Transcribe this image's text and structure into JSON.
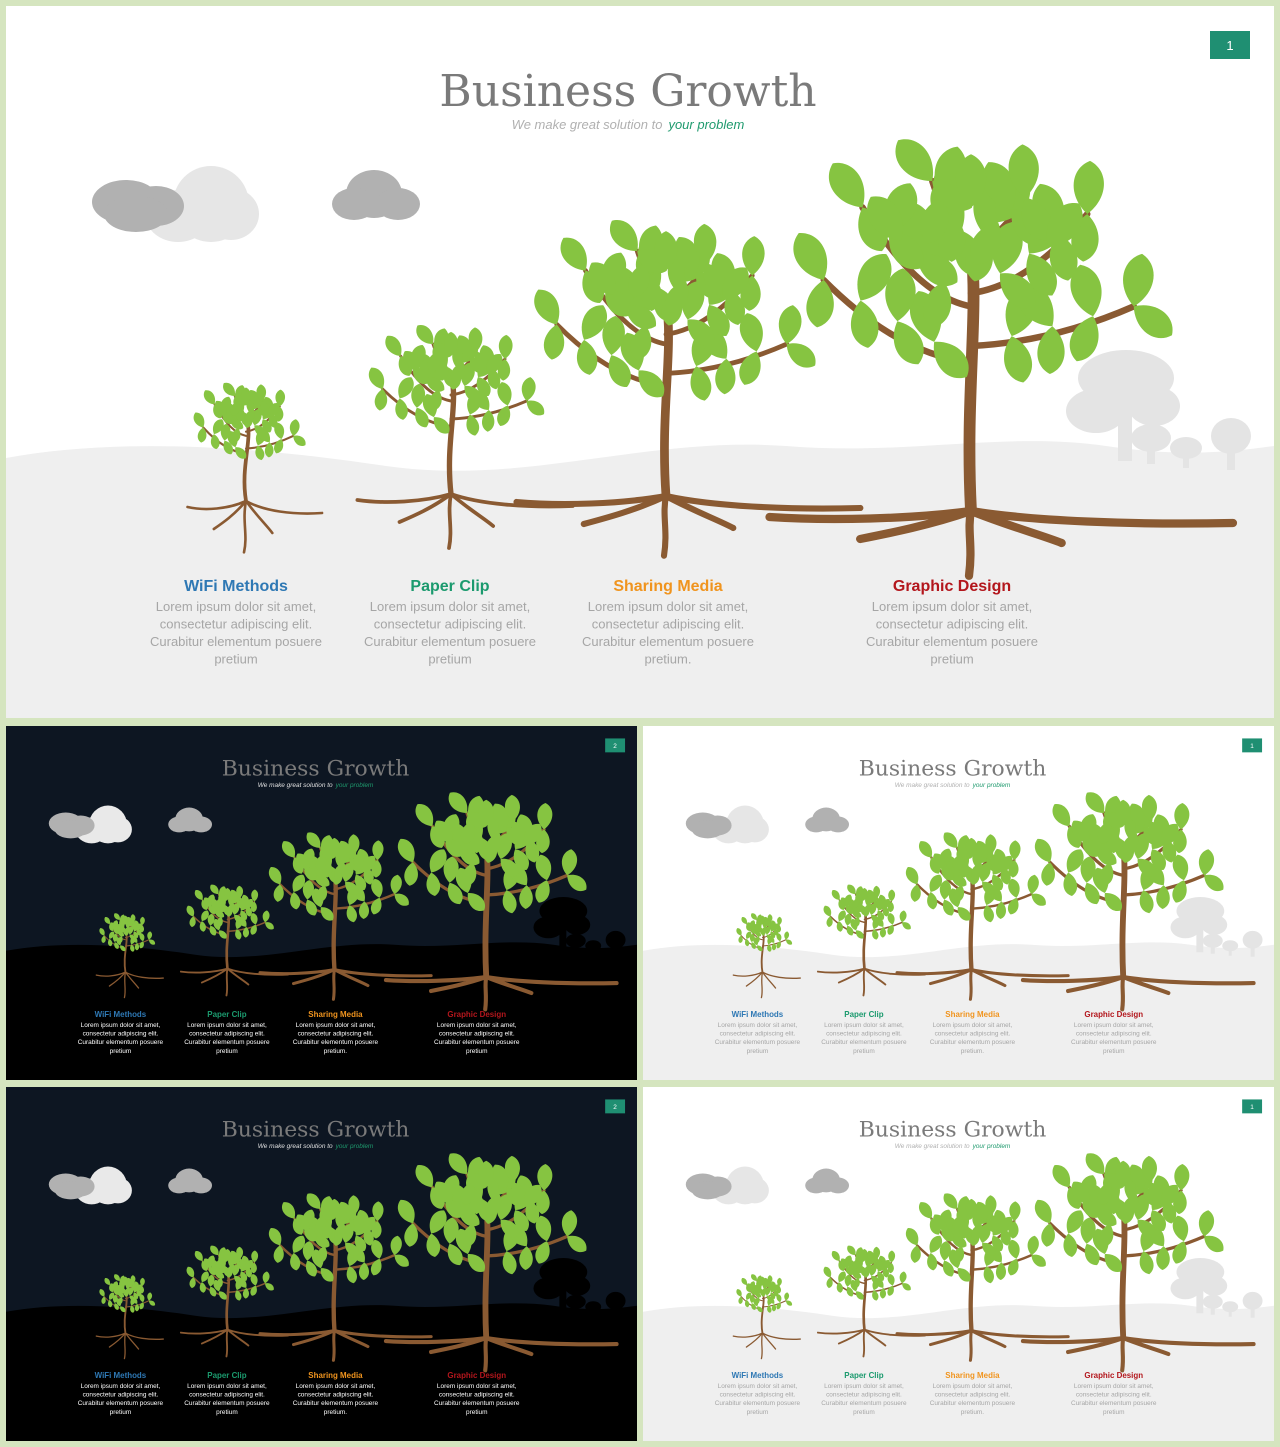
{
  "title": "Business Growth",
  "subtitle_pre": "We make great solution to",
  "subtitle_post": "your problem",
  "items": [
    {
      "label": "WiFi Methods",
      "color": "#2e78b4",
      "desc": [
        "Lorem ipsum dolor sit amet,",
        "consectetur adipiscing elit.",
        "Curabitur elementum posuere",
        "pretium"
      ]
    },
    {
      "label": "Paper Clip",
      "color": "#1b9a6e",
      "desc": [
        "Lorem ipsum dolor sit amet,",
        "consectetur adipiscing elit.",
        "Curabitur elementum posuere",
        "pretium"
      ]
    },
    {
      "label": "Sharing Media",
      "color": "#f0941e",
      "desc": [
        "Lorem ipsum dolor sit amet,",
        "consectetur adipiscing elit.",
        "Curabitur elementum posuere",
        "pretium."
      ]
    },
    {
      "label": "Graphic Design",
      "color": "#b3161c",
      "desc": [
        "Lorem ipsum dolor sit amet,",
        "consectetur adipiscing elit.",
        "Curabitur elementum posuere",
        "pretium"
      ]
    }
  ],
  "slides": [
    {
      "theme": "light",
      "page": "1"
    },
    {
      "theme": "dark",
      "page": "2"
    },
    {
      "theme": "light",
      "page": "1"
    },
    {
      "theme": "dark",
      "page": "2"
    },
    {
      "theme": "light",
      "page": "1"
    }
  ],
  "colors": {
    "leaf": "#86c441",
    "trunk": "#8a5a32",
    "badge": "#1f8f72",
    "title_gray": "#7a7a7a",
    "accent_green": "#1f9a6e",
    "dark_bg": "#0d1622"
  }
}
